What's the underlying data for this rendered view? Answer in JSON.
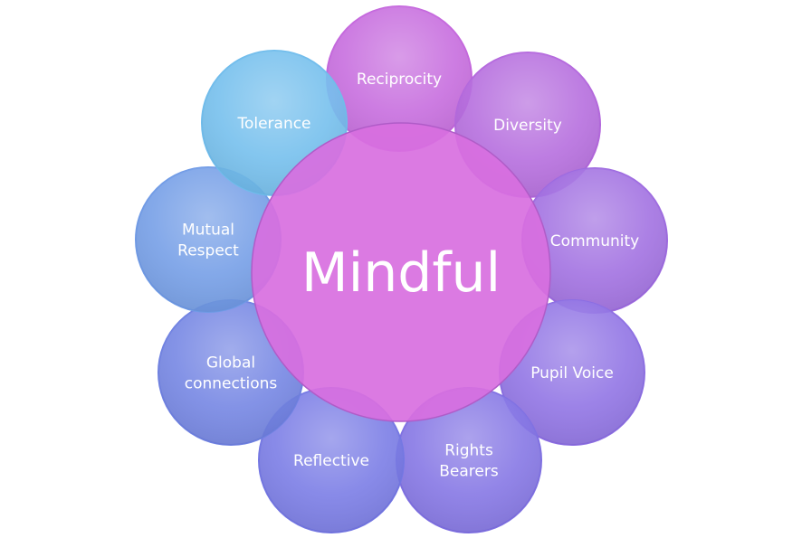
{
  "center": {
    "label": "Mindful",
    "color": "#d86fe0"
  },
  "nodes": [
    {
      "lines": [
        "Reciprocity"
      ],
      "color": "#c466dd"
    },
    {
      "lines": [
        "Diversity"
      ],
      "color": "#b367dd"
    },
    {
      "lines": [
        "Community"
      ],
      "color": "#9d6ae0"
    },
    {
      "lines": [
        "Pupil Voice"
      ],
      "color": "#8c6ee3"
    },
    {
      "lines": [
        "Rights",
        "Bearers"
      ],
      "color": "#7f70e3"
    },
    {
      "lines": [
        "Reflective"
      ],
      "color": "#7477e4"
    },
    {
      "lines": [
        "Global",
        "connections"
      ],
      "color": "#6f81e2"
    },
    {
      "lines": [
        "Mutual",
        "Respect"
      ],
      "color": "#6f9ae6"
    },
    {
      "lines": [
        "Tolerance"
      ],
      "color": "#6fbcec"
    }
  ]
}
